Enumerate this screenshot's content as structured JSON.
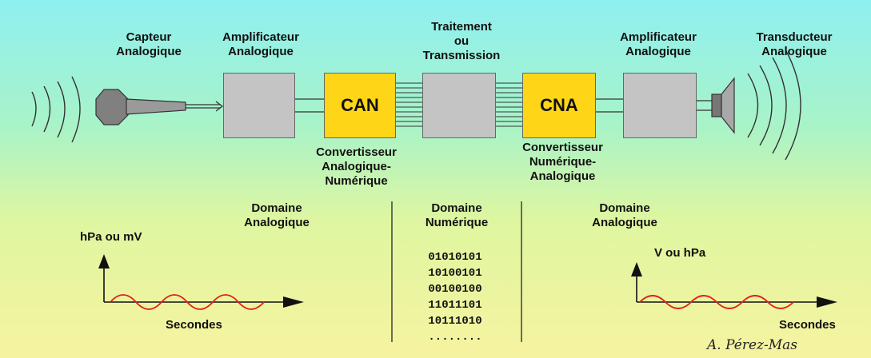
{
  "labels": {
    "capteur": [
      "Capteur",
      "Analogique"
    ],
    "ampli_in": [
      "Amplificateur",
      "Analogique"
    ],
    "traitement": [
      "Traitement",
      "ou",
      "Transmission"
    ],
    "ampli_out": [
      "Amplificateur",
      "Analogique"
    ],
    "transducteur": [
      "Transducteur",
      "Analogique"
    ],
    "can_desc": [
      "Convertisseur",
      "Analogique-",
      "Numérique"
    ],
    "cna_desc": [
      "Convertisseur",
      "Numérique-",
      "Analogique"
    ]
  },
  "blocks": {
    "can": "CAN",
    "cna": "CNA"
  },
  "domains": {
    "left": [
      "Domaine",
      "Analogique"
    ],
    "middle": [
      "Domaine",
      "Numérique"
    ],
    "right": [
      "Domaine",
      "Analogique"
    ]
  },
  "graphs": {
    "left": {
      "y_label": "hPa ou mV",
      "x_label": "Secondes"
    },
    "right": {
      "y_label": "V ou hPa",
      "x_label": "Secondes"
    }
  },
  "binary": [
    "01010101",
    "10100101",
    "00100100",
    "11011101",
    "10111010",
    "........"
  ],
  "signature": "A. Pérez-Mas",
  "colors": {
    "block_gray": "#c4c4c4",
    "converter_yellow": "#ffd518",
    "wave_red": "#e02020"
  }
}
